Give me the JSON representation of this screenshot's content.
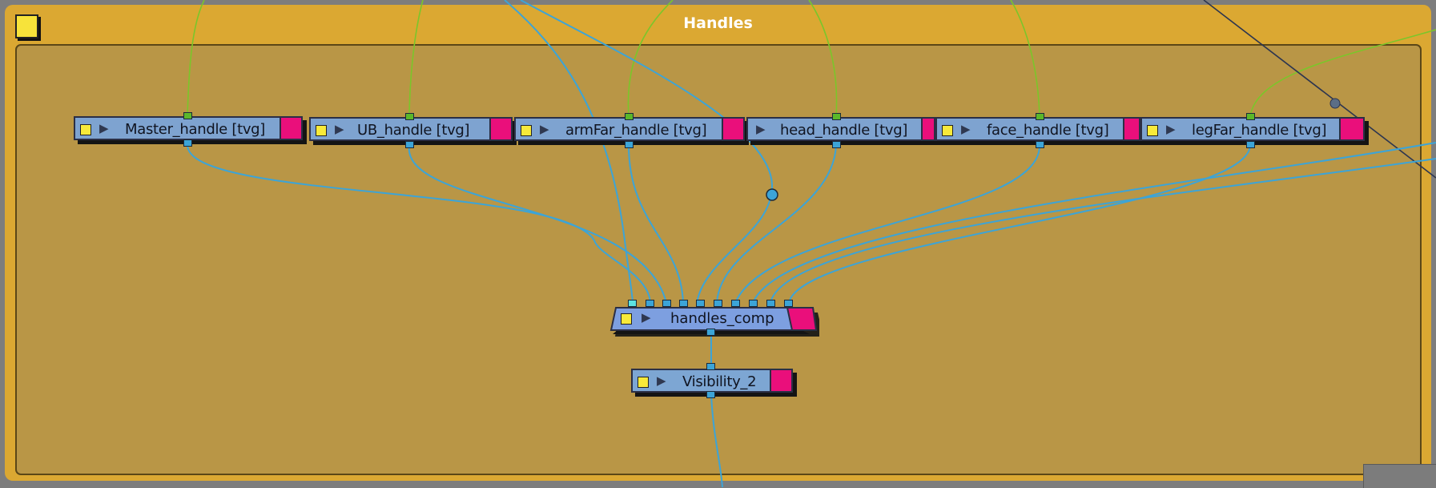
{
  "group": {
    "title": "Handles"
  },
  "nodes": [
    {
      "id": "master",
      "label": "Master_handle  [tvg]"
    },
    {
      "id": "ub",
      "label": "UB_handle  [tvg]"
    },
    {
      "id": "armfar",
      "label": "armFar_handle  [tvg]"
    },
    {
      "id": "head",
      "label": "head_handle  [tvg]"
    },
    {
      "id": "face",
      "label": "face_handle  [tvg]"
    },
    {
      "id": "legfar",
      "label": "legFar_handle  [tvg]"
    }
  ],
  "composite": {
    "label": "handles_comp"
  },
  "visibility": {
    "label": "Visibility_2"
  },
  "colors": {
    "group_header": "#dba832",
    "group_body": "#b99646",
    "node_body": "#7ea3d0",
    "node_accent": "#ea0f7b",
    "wire_image": "#3ca4d7",
    "wire_transform": "#7bc62a"
  },
  "icons": {
    "node_chip": "yellow-square-icon",
    "node_expand": "play-triangle-icon"
  }
}
